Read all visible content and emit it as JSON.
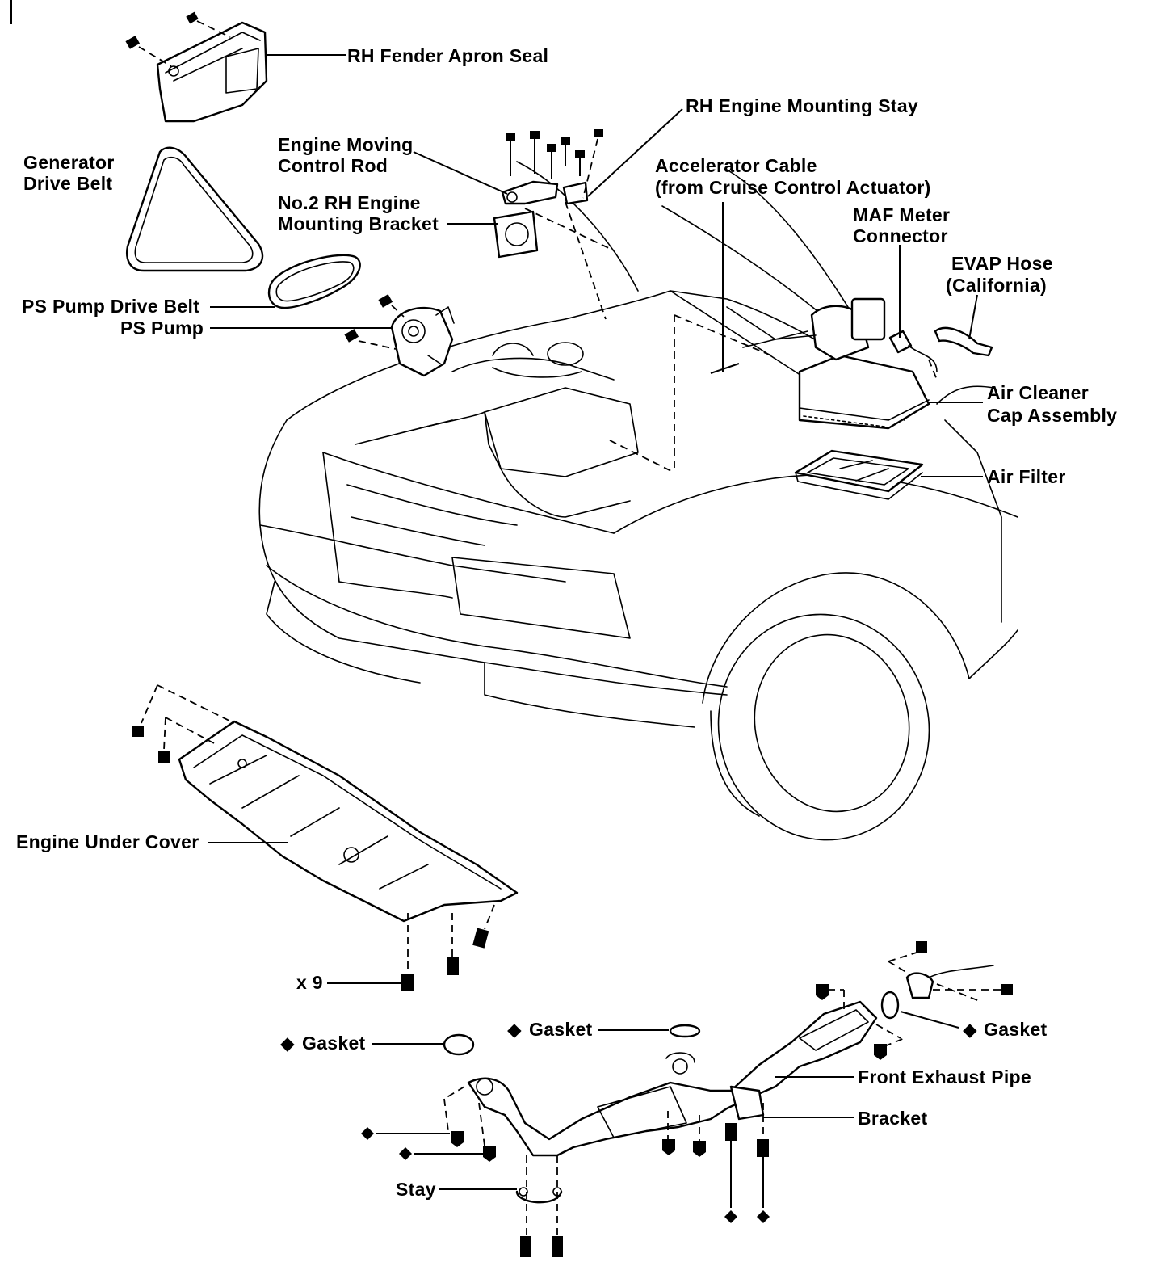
{
  "labels": {
    "rh_fender_apron_seal": "RH Fender Apron Seal",
    "rh_engine_mounting_stay": "RH Engine Mounting Stay",
    "generator_drive_belt_l1": "Generator",
    "generator_drive_belt_l2": "Drive Belt",
    "engine_moving_control_rod_l1": "Engine Moving",
    "engine_moving_control_rod_l2": "Control Rod",
    "no2_rh_engine_mounting_bracket_l1": "No.2 RH Engine",
    "no2_rh_engine_mounting_bracket_l2": "Mounting Bracket",
    "accelerator_cable_l1": "Accelerator Cable",
    "accelerator_cable_l2": "(from Cruise Control Actuator)",
    "maf_meter_connector_l1": "MAF Meter",
    "maf_meter_connector_l2": "Connector",
    "evap_hose_l1": "EVAP Hose",
    "evap_hose_l2": "(California)",
    "ps_pump_drive_belt": "PS Pump Drive Belt",
    "ps_pump": "PS Pump",
    "air_cleaner_cap_l1": "Air Cleaner",
    "air_cleaner_cap_l2": "Cap Assembly",
    "air_filter": "Air Filter",
    "engine_under_cover": "Engine Under Cover",
    "x9": "x 9",
    "gasket_left": "Gasket",
    "gasket_middle": "Gasket",
    "gasket_right": "Gasket",
    "front_exhaust_pipe": "Front Exhaust Pipe",
    "bracket": "Bracket",
    "stay": "Stay"
  },
  "legend_symbol": "◆"
}
